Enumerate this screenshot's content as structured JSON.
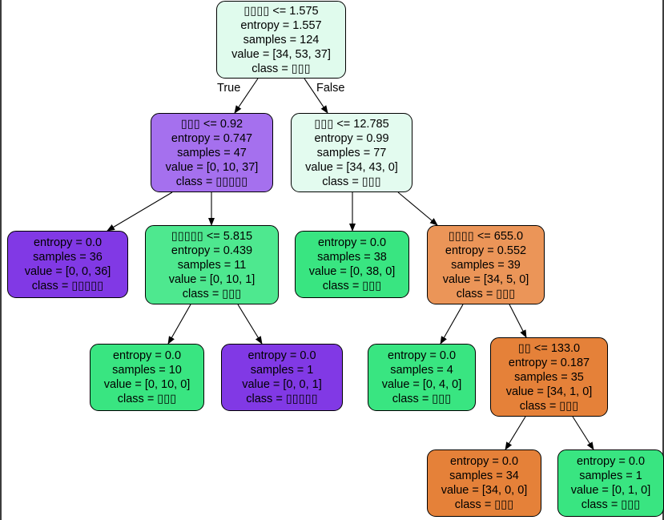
{
  "colors": {
    "green_light": "#e3fbef",
    "purple_mid": "#a570ee",
    "purple_dark": "#8139e5",
    "green_mid": "#4ee88f",
    "green_dark": "#39e581",
    "orange_mid": "#eb9558",
    "orange_dark": "#e58139",
    "root": "#e0fbed"
  },
  "edge_labels": {
    "true": "True",
    "false": "False"
  },
  "nodes": [
    {
      "id": "n0",
      "lines": [
        "▯▯▯▯ <= 1.575",
        "entropy = 1.557",
        "samples = 124",
        "value = [34, 53, 37]",
        "class = ▯▯▯"
      ]
    },
    {
      "id": "n1",
      "lines": [
        "▯▯▯ <= 0.92",
        "entropy = 0.747",
        "samples = 47",
        "value = [0, 10, 37]",
        "class = ▯▯▯▯▯"
      ]
    },
    {
      "id": "n2",
      "lines": [
        "▯▯▯ <= 12.785",
        "entropy = 0.99",
        "samples = 77",
        "value = [34, 43, 0]",
        "class = ▯▯▯"
      ]
    },
    {
      "id": "n3",
      "lines": [
        "entropy = 0.0",
        "samples = 36",
        "value = [0, 0, 36]",
        "class = ▯▯▯▯▯"
      ]
    },
    {
      "id": "n4",
      "lines": [
        "▯▯▯▯▯ <= 5.815",
        "entropy = 0.439",
        "samples = 11",
        "value = [0, 10, 1]",
        "class = ▯▯▯"
      ]
    },
    {
      "id": "n5",
      "lines": [
        "entropy = 0.0",
        "samples = 38",
        "value = [0, 38, 0]",
        "class = ▯▯▯"
      ]
    },
    {
      "id": "n6",
      "lines": [
        "▯▯▯▯ <= 655.0",
        "entropy = 0.552",
        "samples = 39",
        "value = [34, 5, 0]",
        "class = ▯▯▯"
      ]
    },
    {
      "id": "n7",
      "lines": [
        "entropy = 0.0",
        "samples = 10",
        "value = [0, 10, 0]",
        "class = ▯▯▯"
      ]
    },
    {
      "id": "n8",
      "lines": [
        "entropy = 0.0",
        "samples = 1",
        "value = [0, 0, 1]",
        "class = ▯▯▯▯▯"
      ]
    },
    {
      "id": "n9",
      "lines": [
        "entropy = 0.0",
        "samples = 4",
        "value = [0, 4, 0]",
        "class = ▯▯▯"
      ]
    },
    {
      "id": "n10",
      "lines": [
        "▯▯ <= 133.0",
        "entropy = 0.187",
        "samples = 35",
        "value = [34, 1, 0]",
        "class = ▯▯▯"
      ]
    },
    {
      "id": "n11",
      "lines": [
        "entropy = 0.0",
        "samples = 34",
        "value = [34, 0, 0]",
        "class = ▯▯▯"
      ]
    },
    {
      "id": "n12",
      "lines": [
        "entropy = 0.0",
        "samples = 1",
        "value = [0, 1, 0]",
        "class = ▯▯▯"
      ]
    }
  ]
}
